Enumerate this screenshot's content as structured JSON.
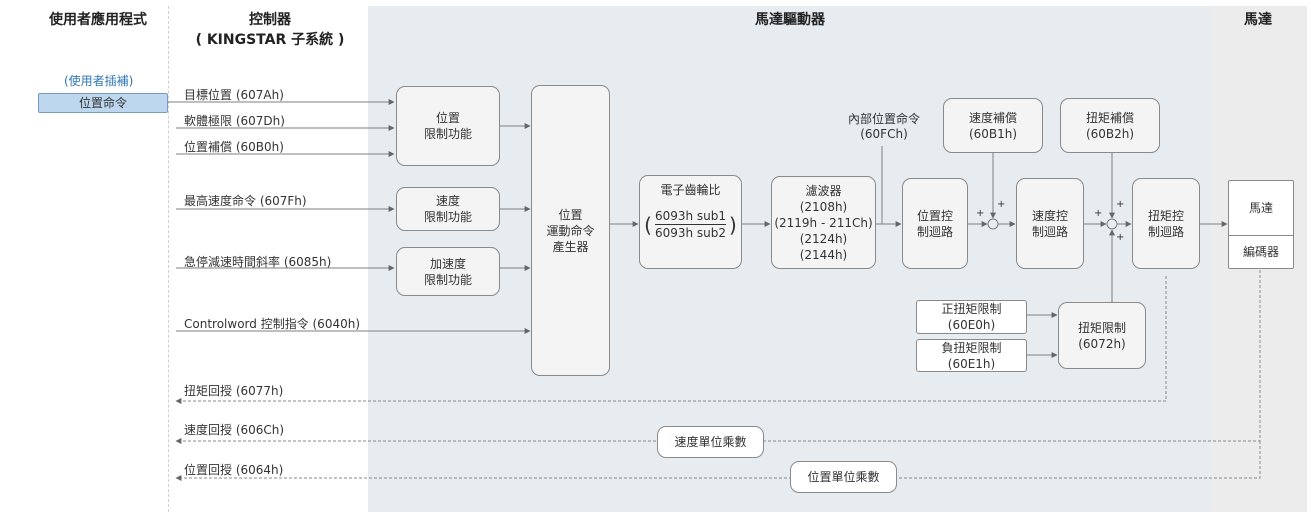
{
  "columns": {
    "user_app": "使用者應用程式",
    "controller_line1": "控制器",
    "controller_line2": "( KINGSTAR 子系統 )",
    "driver": "馬達驅動器",
    "motor": "馬達"
  },
  "user_app": {
    "interp_label": "(使用者插補)",
    "position_cmd": "位置命令"
  },
  "inputs": {
    "target_position": "目標位置 (607Ah)",
    "sw_limit": "軟體極限 (607Dh)",
    "position_offset": "位置補償 (60B0h)",
    "max_velocity": "最高速度命令 (607Fh)",
    "quickstop_decel": "急停減速時間斜率 (6085h)",
    "controlword": "Controlword 控制指令 (6040h)"
  },
  "blocks": {
    "position_limit": [
      "位置",
      "限制功能"
    ],
    "velocity_limit": [
      "速度",
      "限制功能"
    ],
    "accel_limit": [
      "加速度",
      "限制功能"
    ],
    "trajectory": [
      "位置",
      "運動命令",
      "產生器"
    ],
    "gear_ratio": {
      "title": "電子齒輪比",
      "numerator": "6093h sub1",
      "denominator": "6093h sub2",
      "open_paren": "(",
      "close_paren": ")"
    },
    "filter": [
      "濾波器",
      "(2108h)",
      "(2119h - 211Ch)",
      "(2124h)",
      "(2144h)"
    ],
    "internal_position_cmd": [
      "內部位置命令",
      "(60FCh)"
    ],
    "position_loop": [
      "位置控",
      "制迴路"
    ],
    "velocity_offset": [
      "速度補償",
      "(60B1h)"
    ],
    "velocity_loop": [
      "速度控",
      "制迴路"
    ],
    "torque_offset": [
      "扭矩補償",
      "(60B2h)"
    ],
    "torque_loop": [
      "扭矩控",
      "制迴路"
    ],
    "pos_torque_limit": [
      "正扭矩限制",
      "(60E0h)"
    ],
    "neg_torque_limit": [
      "負扭矩限制",
      "(60E1h)"
    ],
    "torque_limit": [
      "扭矩限制",
      "(6072h)"
    ],
    "motor": "馬達",
    "encoder": "編碼器",
    "velocity_factor": "速度單位乘數",
    "position_factor": "位置單位乘數"
  },
  "feedback": {
    "torque": "扭矩回授 (6077h)",
    "velocity": "速度回授 (606Ch)",
    "position": "位置回授 (6064h)"
  },
  "signs": {
    "plus": "+"
  },
  "colors": {
    "driver_bg": "#e7ecf1",
    "motor_bg": "#ececec",
    "interp_text": "#2e75b6",
    "position_cmd_bg": "#bdd7ee",
    "line": "#808080"
  }
}
